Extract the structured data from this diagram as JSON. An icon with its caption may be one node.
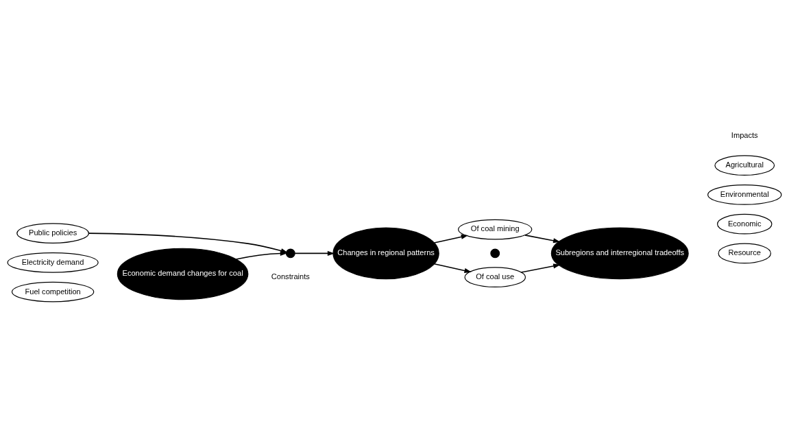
{
  "diagram": {
    "nodes": [
      {
        "text": [
          "Fuel competition"
        ]
      },
      {
        "text": [
          "Electricity demand"
        ]
      },
      {
        "text": [
          "Public policies"
        ]
      },
      {
        "text": [
          "Economic demand changes for coal"
        ]
      },
      {
        "text": [],
        "shape": "circle",
        "beside": [
          "Constraints"
        ]
      },
      {
        "text": [
          "Changes in regional patterns"
        ]
      },
      {
        "text": [
          "Of coal mining"
        ]
      },
      {
        "text": [],
        "shape": "circle"
      },
      {
        "text": [
          "Of coal use"
        ]
      },
      {
        "text": [
          "Subregions and interregional tradeoffs"
        ]
      },
      {
        "text": [
          "Agricultural"
        ]
      },
      {
        "text": [
          "Environmental"
        ]
      },
      {
        "text": [
          "Economic"
        ]
      },
      {
        "text": [
          "Resource"
        ]
      }
    ],
    "edges": [
      {
        "from": 2,
        "to": 4,
        "arrow": "to"
      },
      {
        "from": 3,
        "to": 4,
        "arrow": "to"
      },
      {
        "from": 4,
        "to": 5,
        "arrow": "to"
      },
      {
        "from": 5,
        "to": 6,
        "arrow": "to"
      },
      {
        "from": 5,
        "to": 8,
        "arrow": "to"
      },
      {
        "from": 6,
        "to": 9,
        "arrow": "to"
      },
      {
        "from": 8,
        "to": 9,
        "arrow": "to"
      }
    ],
    "labels": [
      "Impacts"
    ]
  }
}
